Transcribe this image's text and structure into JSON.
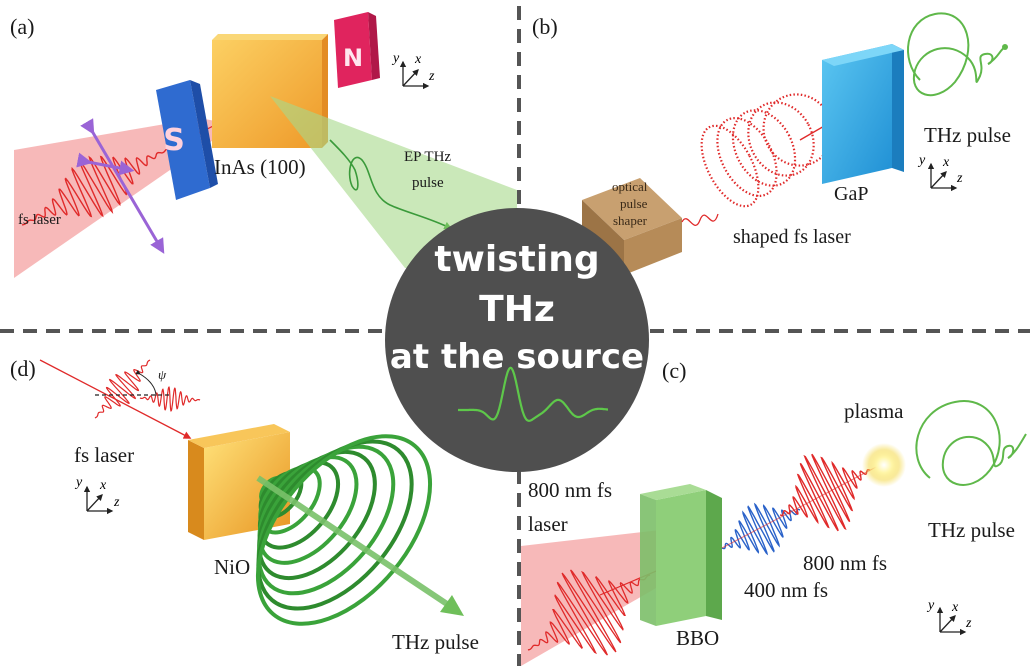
{
  "panels": {
    "a": {
      "tag": "(a)",
      "labels": {
        "source": "fs laser",
        "crystal": "InAs (100)",
        "emission_line1": "EP THz",
        "emission_line2": "pulse"
      },
      "magnets": {
        "south": "S",
        "north": "N"
      }
    },
    "b": {
      "tag": "(b)",
      "labels": {
        "shaper_line1": "optical",
        "shaper_line2": "pulse",
        "shaper_line3": "shaper",
        "laser": "shaped fs laser",
        "crystal": "GaP",
        "output": "THz pulse"
      }
    },
    "c": {
      "tag": "(c)",
      "labels": {
        "input_line1": "800 nm fs",
        "input_line2": "laser",
        "crystal": "BBO",
        "second_harmonic": "400 nm fs",
        "fundamental": "800 nm fs",
        "plasma": "plasma",
        "output": "THz pulse"
      }
    },
    "d": {
      "tag": "(d)",
      "labels": {
        "source": "fs laser",
        "angle": "ψ",
        "crystal": "NiO",
        "output": "THz pulse"
      }
    }
  },
  "center": {
    "line1": "twisting",
    "line2": "THz",
    "line3": "at the source"
  },
  "axes": {
    "x": "x",
    "y": "y",
    "z": "z"
  },
  "colors": {
    "laser_red": "#e02a2a",
    "beam_pink": "#f4a1a1",
    "thz_green": "#57b947",
    "thz_dark_green": "#2e8b2e",
    "center_circle": "#4f4f4f",
    "magnet_blue": "#2f6bd0",
    "magnet_red": "#e0245e",
    "crystal_orange": "#f5b23c",
    "gap_blue": "#33a9e8",
    "bbo_green": "#7bbf6a",
    "shaper_brown": "#a97f4f",
    "pulse_blue": "#2a62c9",
    "divider": "#555555"
  }
}
